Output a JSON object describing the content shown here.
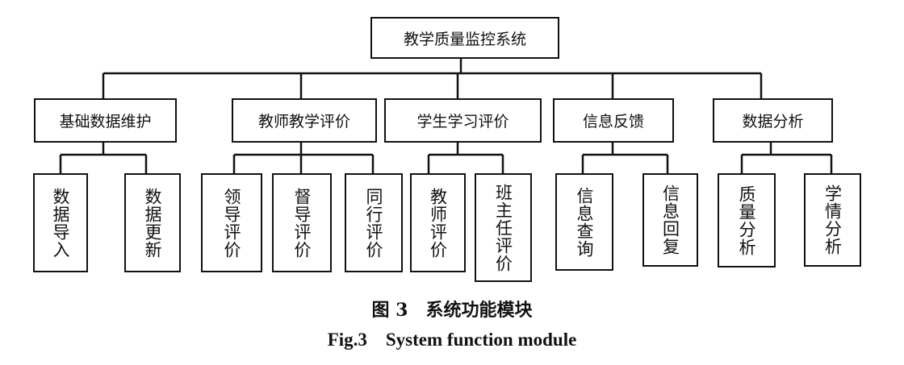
{
  "root": {
    "label": "教学质量监控系统"
  },
  "modules": [
    {
      "label": "基础数据维护",
      "children": [
        "数据导入",
        "数据更新"
      ]
    },
    {
      "label": "教师教学评价",
      "children": [
        "领导评价",
        "督导评价",
        "同行评价"
      ]
    },
    {
      "label": "学生学习评价",
      "children": [
        "教师评价",
        "班主任评价"
      ]
    },
    {
      "label": "信息反馈",
      "children": [
        "信息查询",
        "信息回复"
      ]
    },
    {
      "label": "数据分析",
      "children": [
        "质量分析",
        "学情分析"
      ]
    }
  ],
  "caption": {
    "cn": "图 3　系统功能模块",
    "en": "Fig.3　System function module"
  }
}
